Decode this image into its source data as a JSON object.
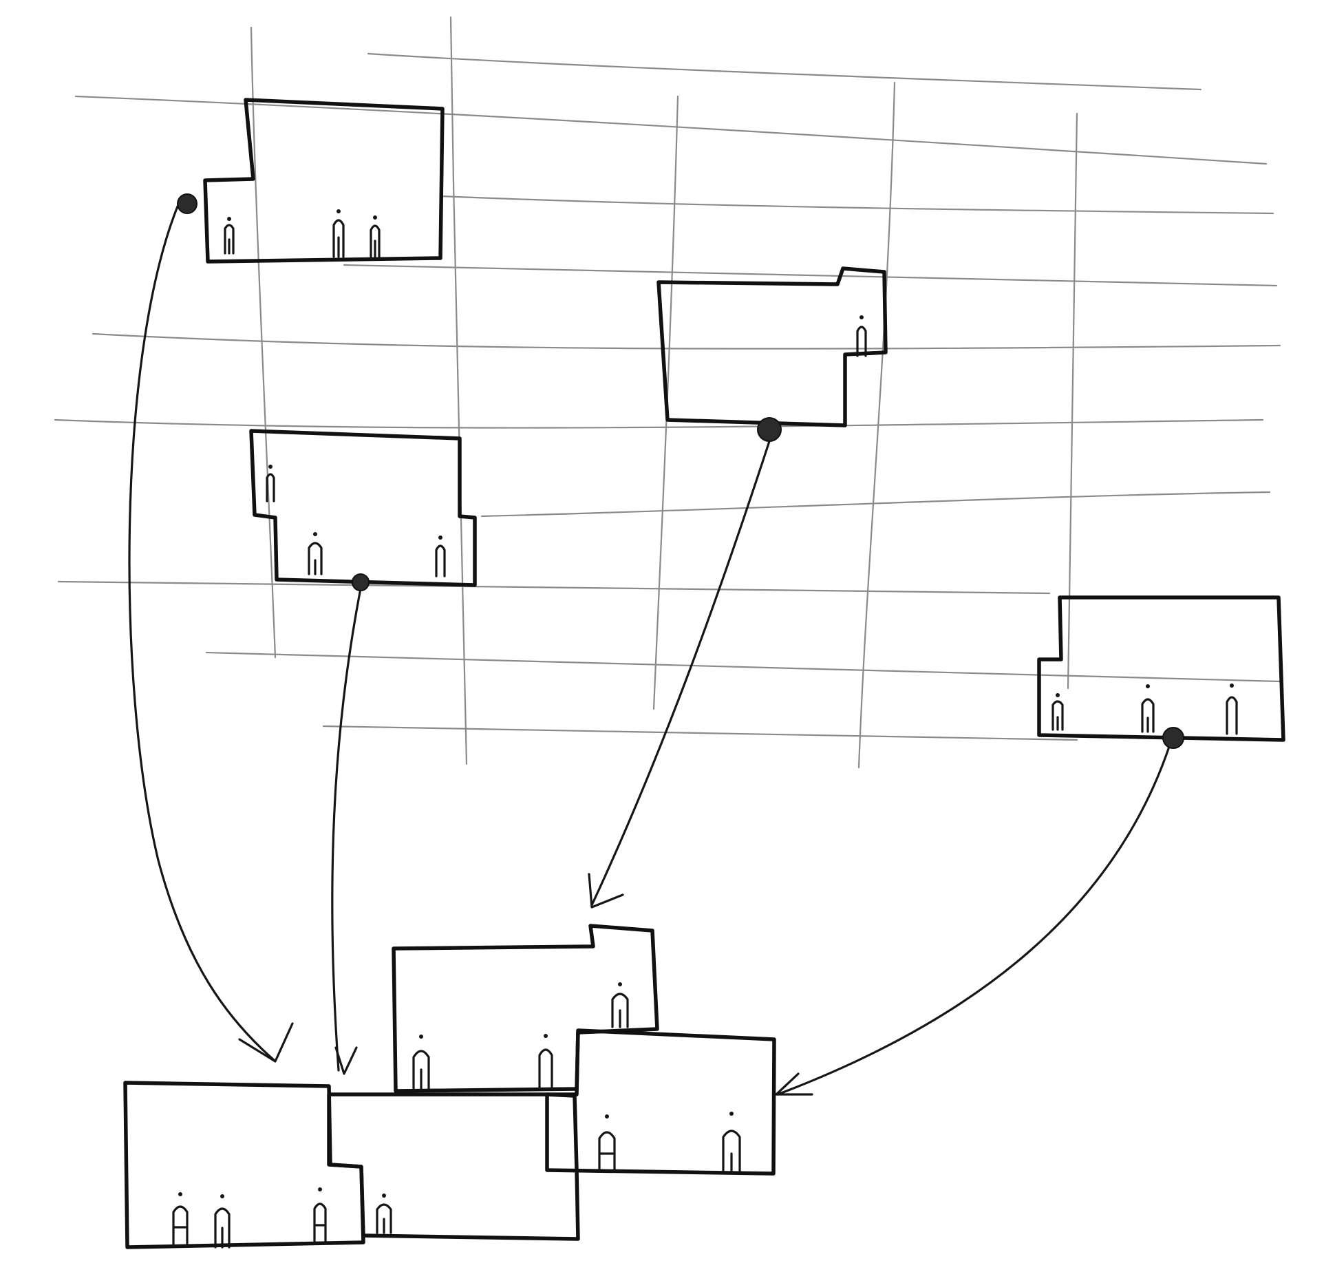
{
  "diagram": {
    "style": "pencil sketch on white paper",
    "colors": {
      "ink": "#111111",
      "grid_pencil": "#8a8a8a",
      "paper": "#ffffff"
    },
    "source_blocks": [
      {
        "id": "block-a",
        "people": 3
      },
      {
        "id": "block-b",
        "people": 3
      },
      {
        "id": "block-c",
        "people": 1
      },
      {
        "id": "block-d",
        "people": 3
      }
    ],
    "assembly": {
      "id": "assembled-cluster",
      "pieces": [
        {
          "id": "piece-left",
          "people": 3
        },
        {
          "id": "piece-middle-lower",
          "people": 1
        },
        {
          "id": "piece-top",
          "people": 3
        },
        {
          "id": "piece-right",
          "people": 2
        }
      ]
    },
    "connections": [
      {
        "from": "block-a",
        "to": "piece-left"
      },
      {
        "from": "block-b",
        "to": "piece-middle-lower"
      },
      {
        "from": "block-c",
        "to": "piece-top"
      },
      {
        "from": "block-d",
        "to": "piece-right"
      }
    ]
  }
}
